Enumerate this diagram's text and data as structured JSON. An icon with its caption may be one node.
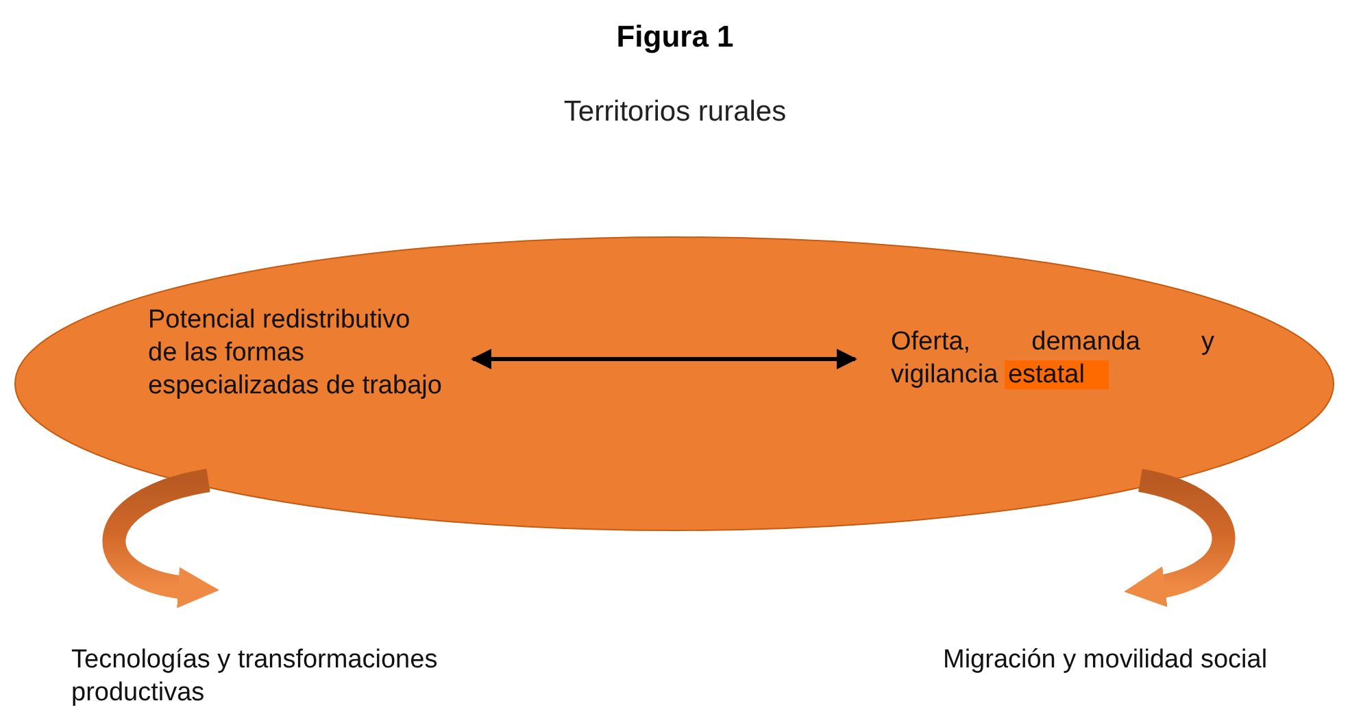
{
  "diagram": {
    "title": "Figura 1",
    "nodes": [
      {
        "text": [],
        "shape": "ellipse"
      },
      {
        "text": [
          "Potencial redistributivo de las formas especializadas de trabajo"
        ],
        "in": 0
      },
      {
        "text": [
          "Oferta, demanda y vigilancia estatal"
        ],
        "in": 0
      },
      {
        "text": [
          "Tecnologías y transformaciones productivas"
        ]
      },
      {
        "text": [
          "Migración y movilidad social"
        ]
      }
    ],
    "edges": [
      {
        "from": 1,
        "to": 2,
        "arrow": "both"
      },
      {
        "from": 0,
        "to": 3,
        "arrow": "to"
      },
      {
        "from": 0,
        "to": 4,
        "arrow": "to"
      }
    ],
    "labels": [
      "Territorios rurales"
    ]
  }
}
